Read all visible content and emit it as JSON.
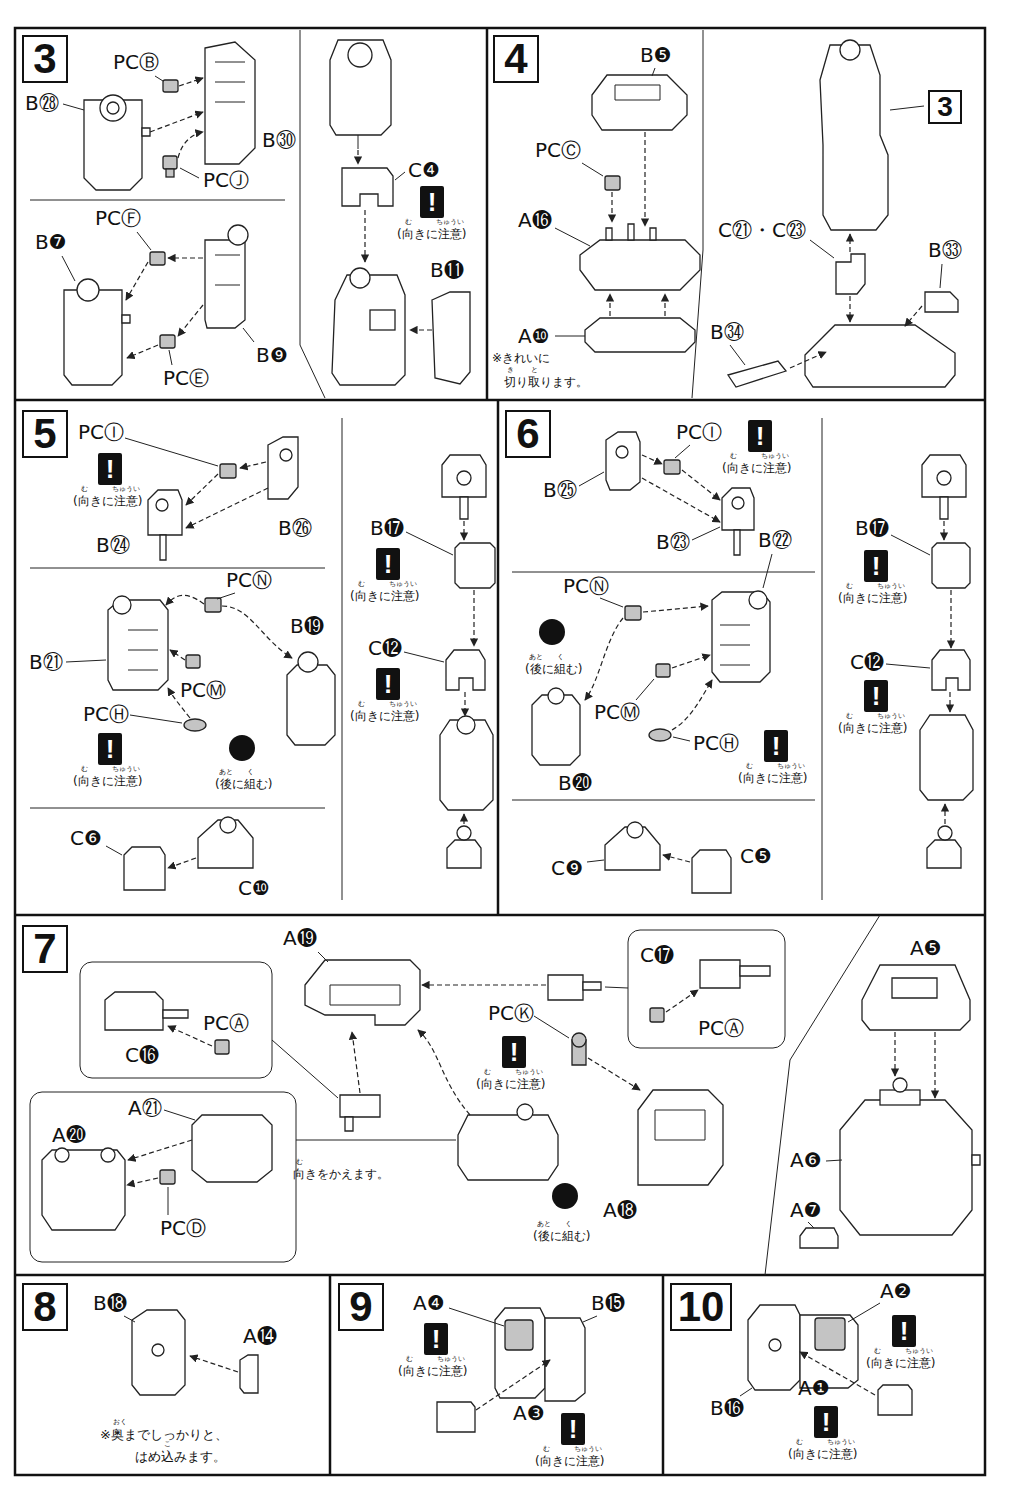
{
  "diagram": {
    "nodes": [
      {
        "text": [
          "3"
        ]
      },
      {
        "text": [
          "!"
        ]
      },
      {
        "text": [
          "4"
        ]
      },
      {
        "text": [
          "3"
        ]
      },
      {
        "text": [
          "5"
        ]
      },
      {
        "text": [
          "!"
        ]
      },
      {
        "text": [
          "!"
        ]
      },
      {
        "text": [
          "!"
        ]
      },
      {
        "text": [
          "!"
        ]
      },
      {
        "text": [
          "6"
        ]
      },
      {
        "text": [
          "!"
        ]
      },
      {
        "text": [
          "!"
        ]
      },
      {
        "text": [
          "!"
        ]
      },
      {
        "text": [
          "!"
        ]
      },
      {
        "text": [
          "7"
        ]
      },
      {
        "text": [
          "!"
        ]
      },
      {
        "text": [
          "8"
        ]
      },
      {
        "text": [
          "9"
        ]
      },
      {
        "text": [
          "!"
        ]
      },
      {
        "text": [
          "!"
        ]
      },
      {
        "text": [
          "10"
        ]
      },
      {
        "text": [
          "!"
        ]
      },
      {
        "text": [
          "!"
        ]
      }
    ],
    "labels": [
      "PCⒷ",
      "B㉘",
      "B㉚",
      "PCⒿ",
      "PCⒻ",
      "B❼",
      "B❾",
      "PCⒺ",
      "C❹",
      "(向きに注意)",
      "む",
      "ちゅうい",
      "B⓫",
      "B❺",
      "PCⒸ",
      "A⓰",
      "A❿",
      "※きれいに",
      "切り取ります。",
      "き",
      "と",
      "C㉑・C㉓",
      "B㉝",
      "B㉞",
      "PCⒾ",
      "(向きに注意)",
      "む",
      "ちゅうい",
      "B㉖",
      "B㉔",
      "B⓱",
      "(向きに注意)",
      "む",
      "ちゅうい",
      "PCⓃ",
      "B⓳",
      "B㉑",
      "PCⓂ",
      "C⓬",
      "(向きに注意)",
      "む",
      "ちゅうい",
      "PCⒽ",
      "(向きに注意)",
      "む",
      "ちゅうい",
      "(後に組む)",
      "あと",
      "く",
      "C❻",
      "C❿",
      "PCⒾ",
      "(向きに注意)",
      "む",
      "ちゅうい",
      "B㉕",
      "B㉓",
      "B⓱",
      "(向きに注意)",
      "む",
      "ちゅうい",
      "PCⓃ",
      "(後に組む)",
      "あと",
      "く",
      "B㉒",
      "C⓬",
      "(向きに注意)",
      "む",
      "ちゅうい",
      "PCⓂ",
      "PCⒽ",
      "(向きに注意)",
      "む",
      "ちゅうい",
      "B⓴",
      "C❾",
      "C❺",
      "A⓳",
      "A❺",
      "C⓱",
      "PCⒶ",
      "C⓰",
      "PCⒶ",
      "PCⓀ",
      "(向きに注意)",
      "む",
      "ちゅうい",
      "A⓴",
      "A㉑",
      "PCⒹ",
      "向きをかえます。",
      "む",
      "(後に組む)",
      "あと",
      "く",
      "A⓲",
      "A❻",
      "A❼",
      "B⓲",
      "A⓮",
      "※奥までしっかりと、",
      "おく",
      "はめ込みます。",
      "こ",
      "A❹",
      "(向きに注意)",
      "む",
      "ちゅうい",
      "B⓯",
      "A❸",
      "(向きに注意)",
      "む",
      "ちゅうい",
      "A❷",
      "(向きに注意)",
      "む",
      "ちゅうい",
      "B⓰",
      "A❶",
      "(向きに注意)",
      "む",
      "ちゅうい"
    ]
  }
}
